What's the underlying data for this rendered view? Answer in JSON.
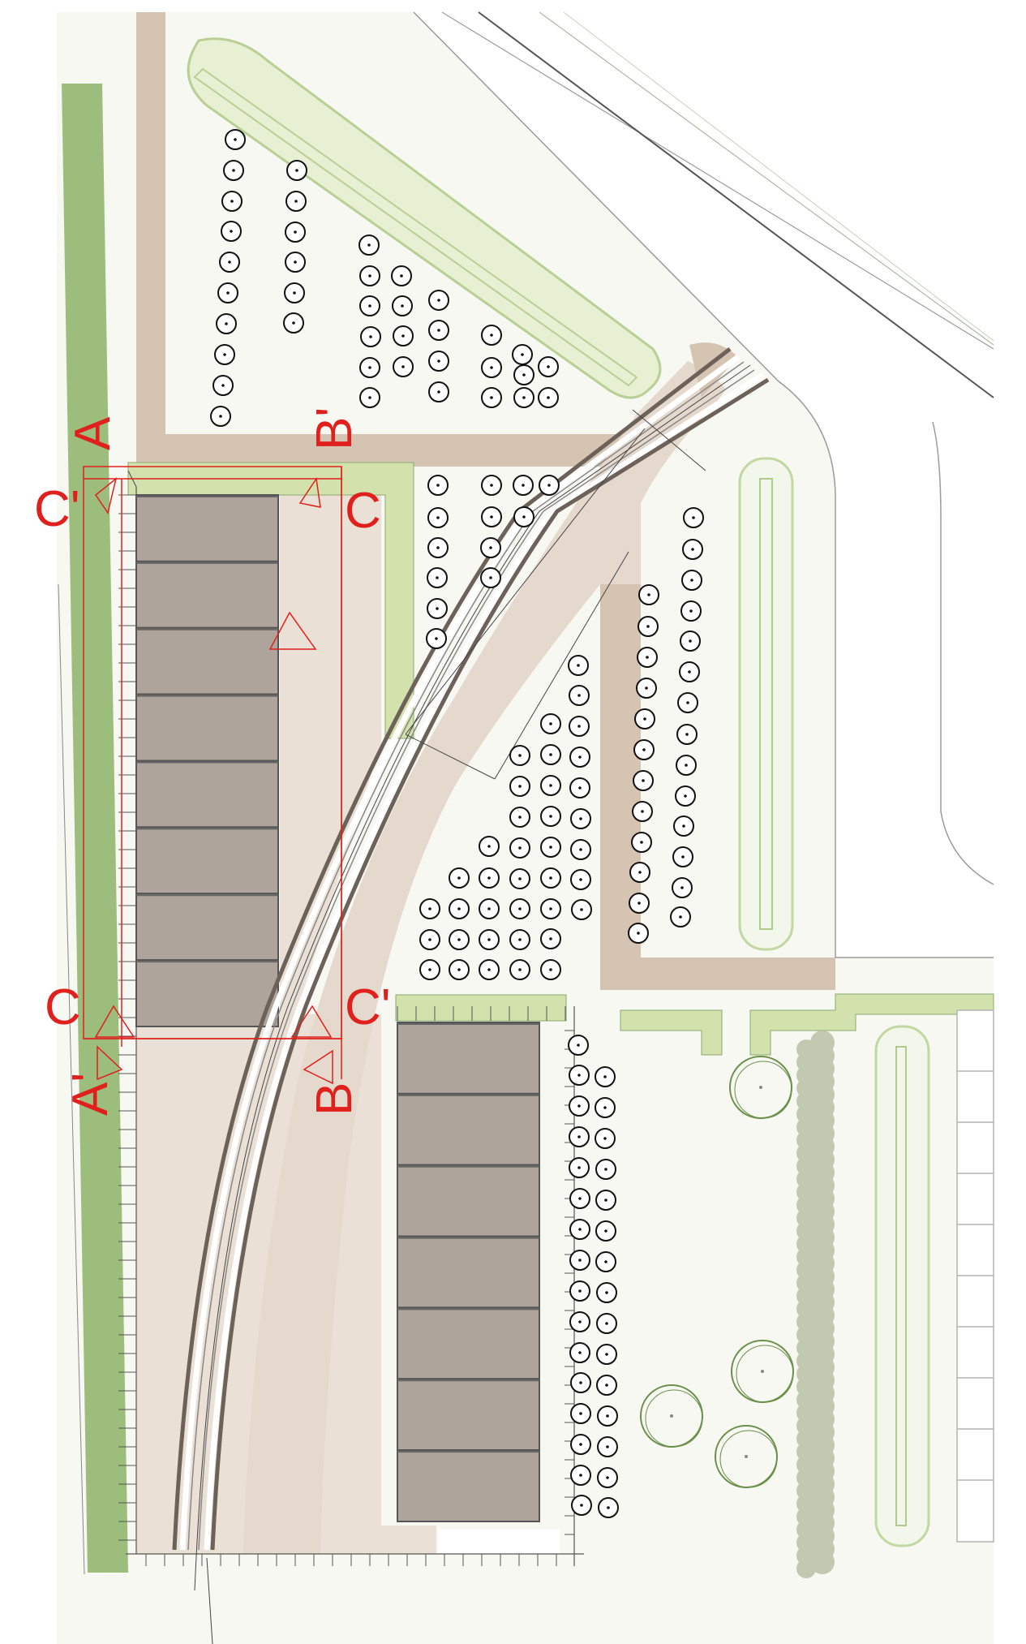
{
  "section_labels": {
    "a": "A",
    "a_prime": "A'",
    "b": "B",
    "b_prime": "B'",
    "c_left_top": "C'",
    "c_right_top": "C",
    "c_left_bottom": "C",
    "c_right_bottom": "C'"
  },
  "colors": {
    "background": "#f7f8f1",
    "greenbelt": "#9dbd7c",
    "light_green": "#d3e2ad",
    "path_beige": "#d6c4b3",
    "plaza": "#ebe0d6",
    "building_roof": "#aea49c",
    "section_red": "#e0201c",
    "hedge_gray": "#c3c8b0",
    "rail_dark": "#6d6259"
  },
  "icons": [
    "column-icon",
    "tree-icon",
    "section-marker-icon"
  ]
}
